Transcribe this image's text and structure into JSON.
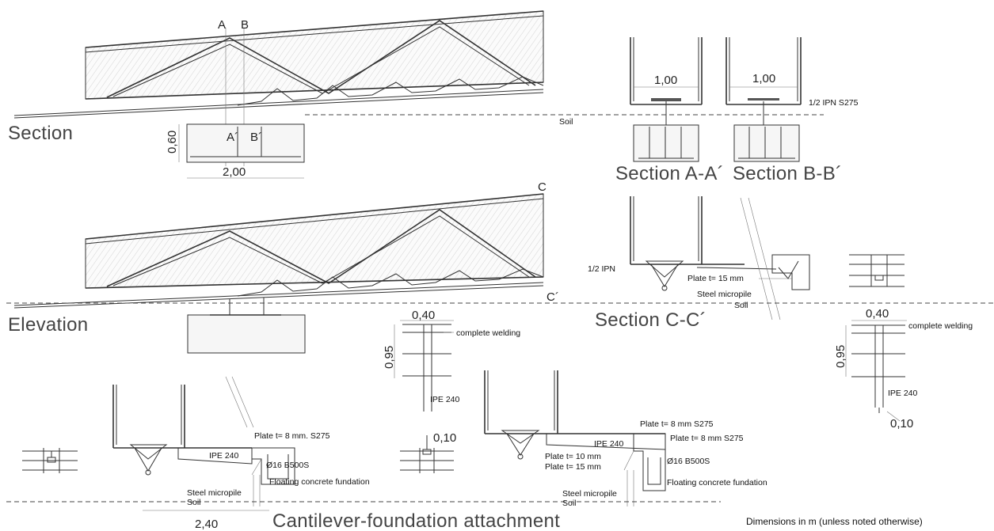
{
  "titles": {
    "section": "Section",
    "elevation": "Elevation",
    "section_aa": "Section A-A´",
    "section_bb": "Section B-B´",
    "section_cc": "Section C-C´",
    "attachment": "Cantilever-foundation  attachment"
  },
  "markers": {
    "a": "A",
    "b": "B",
    "a_prime": "A´",
    "b_prime": "B´",
    "c": "C",
    "c_prime": "C´"
  },
  "dimensions": {
    "d_060": "0,60",
    "d_200": "2,00",
    "d_100_a": "1,00",
    "d_100_b": "1,00",
    "d_040_a": "0,40",
    "d_095_a": "0,95",
    "d_010_a": "0,10",
    "d_040_b": "0,40",
    "d_095_b": "0,95",
    "d_010_b": "0,10",
    "d_240": "2,40"
  },
  "notes": {
    "half_ipn_s275": "1/2 IPN  S275",
    "soil": "Soil",
    "half_ipn": "1/2 IPN",
    "plate_15": "Plate t= 15 mm",
    "steel_micropile": "Steel micropile",
    "complete_welding": "complete welding",
    "ipe_240": "IPE 240",
    "plate_8_s275_dot": "Plate t= 8 mm. S275",
    "rebar": "Ø16 B500S",
    "floating_foundation": "Floating concrete fundation",
    "plate_8_s275": "Plate t= 8 mm  S275",
    "plate_10": "Plate t= 10 mm",
    "footer": "Dimensions in m (unless noted otherwise)"
  }
}
